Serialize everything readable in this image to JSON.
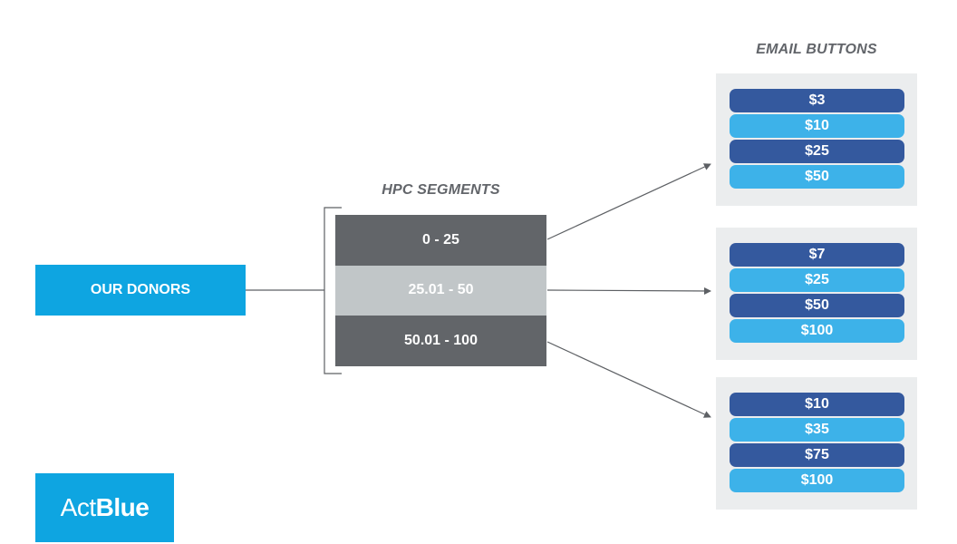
{
  "email_section": {
    "title": "EMAIL BUTTONS",
    "groups": [
      {
        "buttons": [
          "$3",
          "$10",
          "$25",
          "$50"
        ]
      },
      {
        "buttons": [
          "$7",
          "$25",
          "$50",
          "$100"
        ]
      },
      {
        "buttons": [
          "$10",
          "$35",
          "$75",
          "$100"
        ]
      }
    ]
  },
  "hpc_section": {
    "title": "HPC SEGMENTS",
    "segments": [
      "0 - 25",
      "25.01 - 50",
      "50.01 - 100"
    ]
  },
  "donors": {
    "label": "OUR DONORS"
  },
  "logo": {
    "text_regular": "Act",
    "text_bold": "Blue"
  },
  "colors": {
    "brand_blue": "#0ea5e1",
    "segment_dark": "#626569",
    "segment_light": "#c1c6c8",
    "button_dark": "#34599e",
    "button_light": "#3db2e9",
    "group_bg": "#ebedee",
    "title_gray": "#62656a"
  }
}
